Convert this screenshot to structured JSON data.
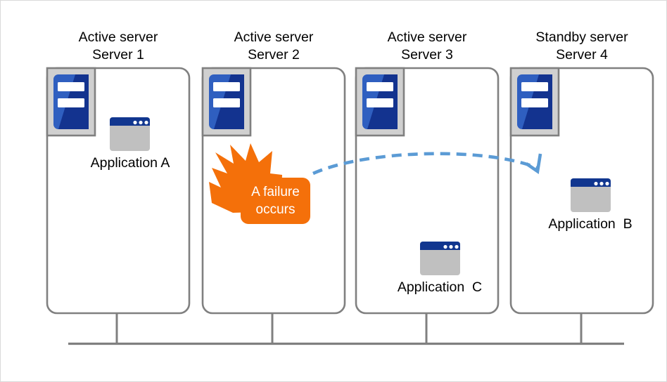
{
  "diagram": {
    "title": "Server failover diagram",
    "background_color": "#ffffff",
    "frame_border_color": "#d9d9d9",
    "box_border_color": "#808080",
    "server_icon_blue_light": "#2F5FC0",
    "server_icon_blue_dark": "#13338F",
    "server_icon_frame_fill": "#D0D0D0",
    "window_titlebar_color": "#11368F",
    "window_body_color": "#C0C0C0",
    "failure_orange": "#F4700A",
    "arrow_blue": "#5B9BD5",
    "bus_line_color": "#808080"
  },
  "servers": [
    {
      "id": "server-1",
      "role_label": "Active server",
      "name_label": "Server 1",
      "icon": "server-icon",
      "application": {
        "label": "Application A",
        "icon": "window-icon"
      }
    },
    {
      "id": "server-2",
      "role_label": "Active server",
      "name_label": "Server 2",
      "icon": "server-icon",
      "application": null
    },
    {
      "id": "server-3",
      "role_label": "Active server",
      "name_label": "Server 3",
      "icon": "server-icon",
      "application": {
        "label": "Application  C",
        "icon": "window-icon"
      }
    },
    {
      "id": "server-4",
      "role_label": "Standby server",
      "name_label": "Server 4",
      "icon": "server-icon",
      "application": {
        "label": "Application  B",
        "icon": "window-icon"
      }
    }
  ],
  "failure": {
    "line1": "A failure",
    "line2": "occurs",
    "icon": "burst-icon",
    "on_server": "server-2"
  },
  "failover_arrow": {
    "icon": "dashed-curved-arrow-icon",
    "from": "server-2",
    "to": "server-4",
    "style": "dashed"
  },
  "network": {
    "icon": "network-bus-icon",
    "label": ""
  }
}
